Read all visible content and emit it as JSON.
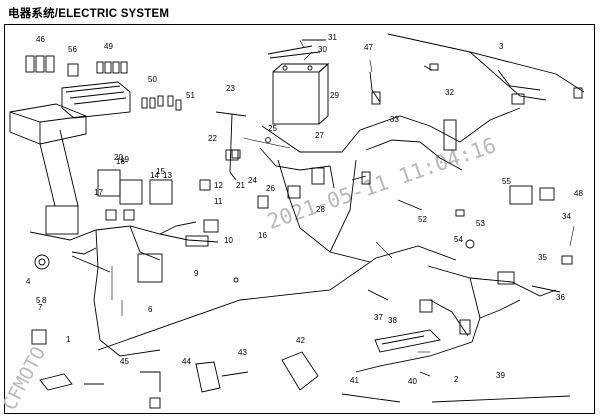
{
  "title": "电器系统/ELECTRIC SYSTEM",
  "watermark": {
    "main": "2021-05-11 11:04:16",
    "side": "CFMOTO"
  },
  "callouts": [
    "1",
    "2",
    "3",
    "4",
    "5",
    "6",
    "7",
    "8",
    "9",
    "10",
    "11",
    "12",
    "13",
    "14",
    "15",
    "16",
    "17",
    "18",
    "19",
    "20",
    "21",
    "22",
    "23",
    "24",
    "25",
    "26",
    "27",
    "28",
    "29",
    "30",
    "31",
    "32",
    "33",
    "34",
    "35",
    "36",
    "37",
    "38",
    "39",
    "40",
    "41",
    "42",
    "43",
    "44",
    "45",
    "46",
    "47",
    "48",
    "49",
    "50",
    "51",
    "52",
    "53",
    "54",
    "55",
    "56"
  ]
}
